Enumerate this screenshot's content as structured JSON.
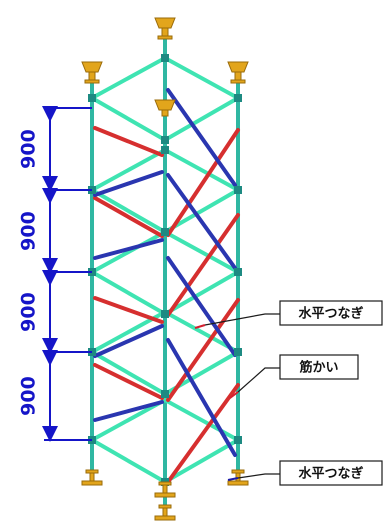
{
  "dimensions": {
    "color": "#1515c8",
    "segments": [
      {
        "label": "900"
      },
      {
        "label": "900"
      },
      {
        "label": "900"
      },
      {
        "label": "900"
      }
    ]
  },
  "callouts": [
    {
      "text": "水平つなぎ"
    },
    {
      "text": "筋かい"
    },
    {
      "text": "水平つなぎ"
    }
  ],
  "colors": {
    "post": "#2fb7a2",
    "horizontal_tie": "#3fe4b2",
    "brace_red": "#d62f2f",
    "brace_blue": "#2a36b0",
    "jack": "#e2a51c",
    "leader": "#d21f2f",
    "leader_end": "#1c1ca8"
  }
}
